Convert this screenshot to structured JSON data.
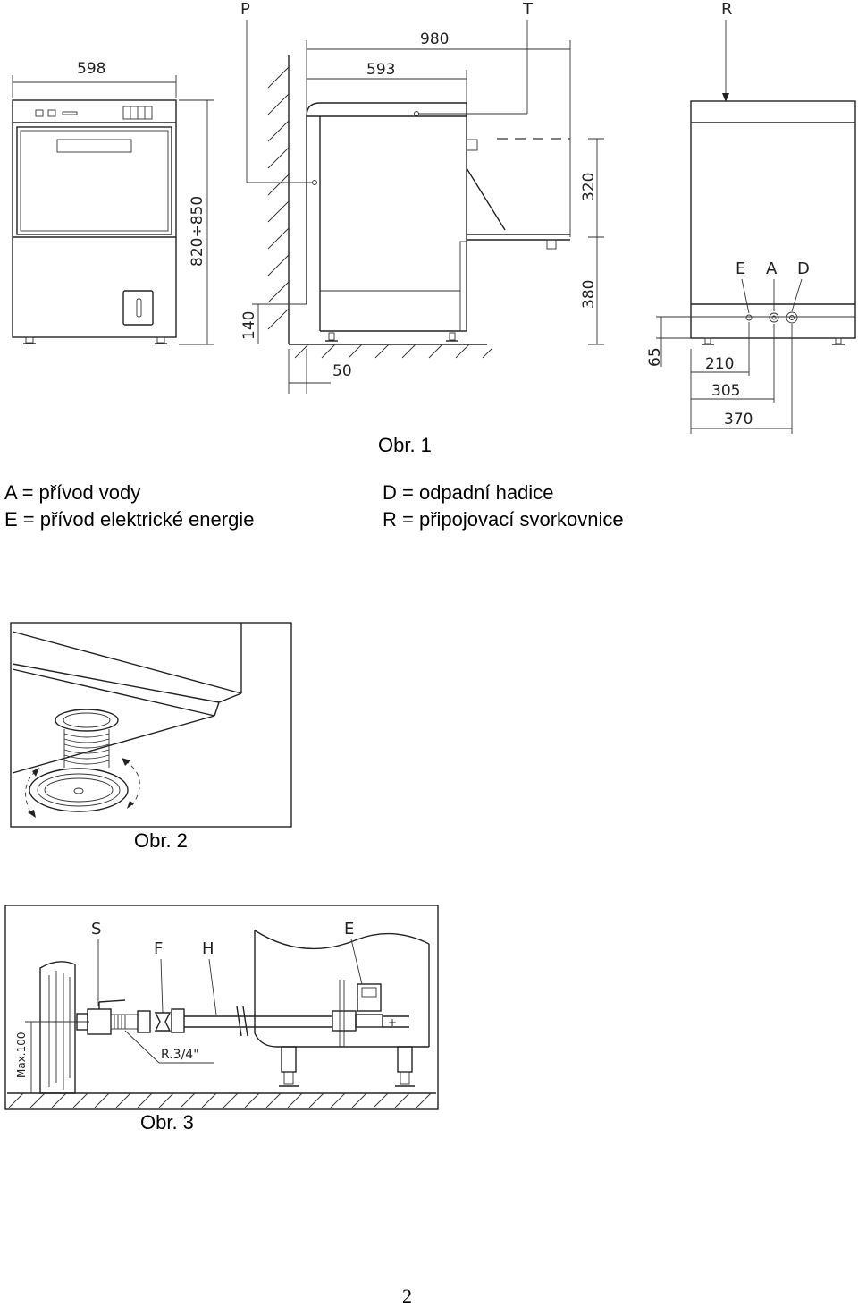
{
  "figure1": {
    "caption": "Obr. 1",
    "callouts": {
      "p": "P",
      "t": "T",
      "r": "R",
      "e": "E",
      "a": "A",
      "d": "D"
    },
    "dimensions": {
      "width_front": "598",
      "height_range": "820÷850",
      "depth_total": "980",
      "depth_unit": "593",
      "dim_320": "320",
      "dim_380": "380",
      "dim_140": "140",
      "dim_50": "50",
      "dim_65": "65",
      "dim_210": "210",
      "dim_305": "305",
      "dim_370": "370"
    }
  },
  "legend": {
    "a": "A = přívod vody",
    "e": "E = přívod elektrické energie",
    "d": "D = odpadní hadice",
    "r": "R = připojovací svorkovnice"
  },
  "figure2": {
    "caption": "Obr. 2"
  },
  "figure3": {
    "caption": "Obr. 3",
    "callouts": {
      "s": "S",
      "f": "F",
      "h": "H",
      "e": "E"
    },
    "thread_label": "R.3/4\"",
    "max_label": "Max.100"
  },
  "page_number": "2"
}
